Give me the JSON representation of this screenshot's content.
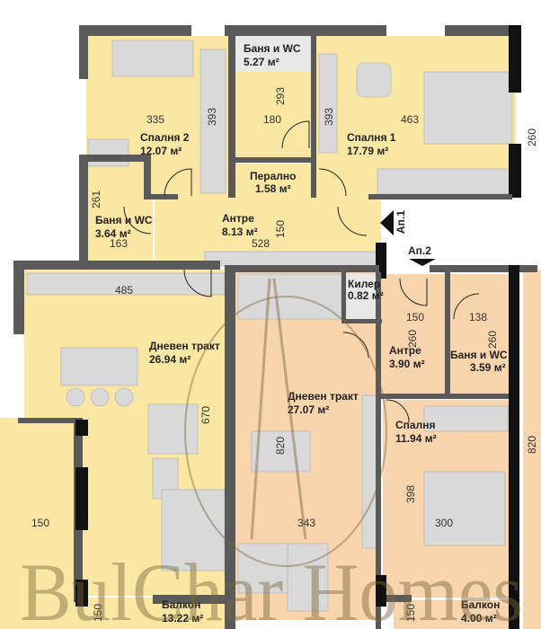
{
  "colors": {
    "apartment_1": "#fbe7a4",
    "apartment_2": "#f9d5ae",
    "wall": "#5a5a5a",
    "furniture": "#d9d9d9",
    "watermark": "#7a6440"
  },
  "rooms": {
    "bedroom2": {
      "name": "Спалня 2",
      "area": "12.07 м²"
    },
    "bath_top": {
      "name": "Баня и WC",
      "area": "5.27 м²"
    },
    "bedroom1": {
      "name": "Спалня 1",
      "area": "17.79 м²"
    },
    "laundry": {
      "name": "Перално",
      "area": "1.58 м²"
    },
    "hall1": {
      "name": "Антре",
      "area": "8.13 м²"
    },
    "bath_left": {
      "name": "Баня и WC",
      "area": "3.64 м²"
    },
    "living1": {
      "name": "Дневен тракт",
      "area": "26.94 м²"
    },
    "living2": {
      "name": "Дневен тракт",
      "area": "27.07 м²"
    },
    "pantry": {
      "name": "Килер",
      "area": "0.82 м²"
    },
    "hall2": {
      "name": "Антре",
      "area": "3.90 м²"
    },
    "bath2": {
      "name": "Баня и WC",
      "area": "3.59 м²"
    },
    "bedroom": {
      "name": "Спалня",
      "area": "11.94 м²"
    },
    "balcony1": {
      "name": "Балкон",
      "area": "13.22 м²"
    },
    "balcony2": {
      "name": "Балкон",
      "area": "4.00 м²"
    }
  },
  "dimensions": [
    "335",
    "393",
    "293",
    "180",
    "393",
    "463",
    "260",
    "261",
    "163",
    "528",
    "150",
    "485",
    "670",
    "820",
    "343",
    "150",
    "260",
    "138",
    "260",
    "398",
    "300",
    "820",
    "150",
    "150",
    "150"
  ],
  "apartment_markers": [
    "Ап.1",
    "Ап.2"
  ],
  "watermark": "BulChar Homes"
}
